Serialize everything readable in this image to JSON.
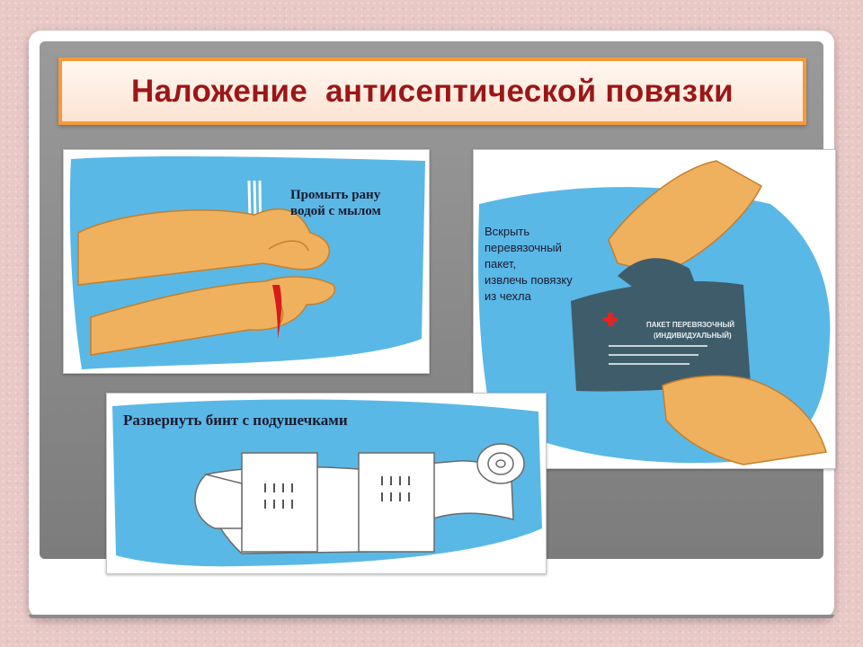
{
  "slide": {
    "title": "Наложение  антисептической повязки"
  },
  "panels": {
    "wash": {
      "caption_line1": "Промыть рану",
      "caption_line2": "водой с мылом"
    },
    "open_packet": {
      "caption_line1": "Вскрыть",
      "caption_line2": "перевязочный",
      "caption_line3": "пакет,",
      "caption_line4": "извлечь повязку",
      "caption_line5": "из чехла",
      "packet_label_line1": "ПАКЕТ ПЕРЕВЯЗОЧНЫЙ",
      "packet_label_line2": "(ИНДИВИДУАЛЬНЫЙ)"
    },
    "unroll": {
      "caption": "Развернуть бинт с подушечками"
    }
  },
  "colors": {
    "title_text": "#9b1717",
    "title_border": "#f59a3a",
    "illustration_blue": "#5ab8e6",
    "skin": "#f0b15f",
    "blood": "#d81b1b",
    "packet": "#3f5c6b"
  }
}
